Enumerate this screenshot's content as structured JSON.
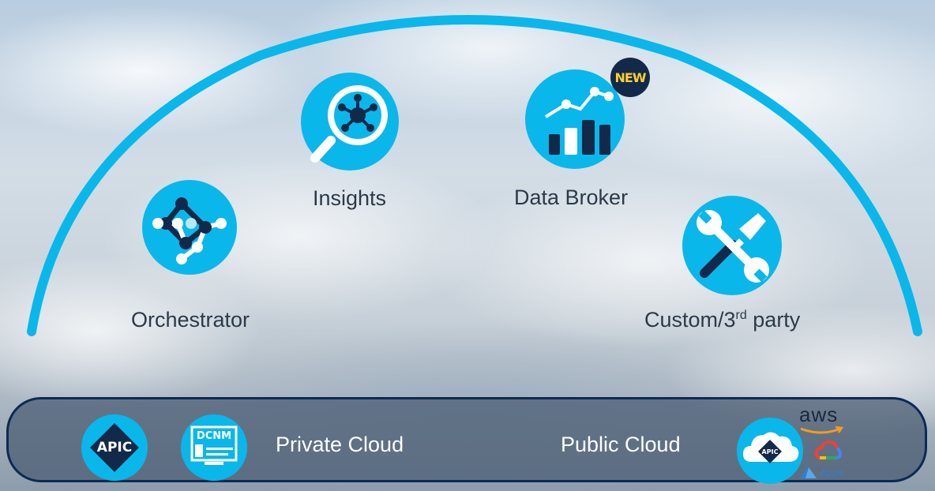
{
  "nodes": {
    "orchestrator": {
      "label": "Orchestrator",
      "icon": "orchestrator-graph-icon"
    },
    "insights": {
      "label": "Insights",
      "icon": "magnifier-network-icon"
    },
    "data_broker": {
      "label": "Data Broker",
      "icon": "trend-bar-chart-icon",
      "badge": "NEW"
    },
    "custom": {
      "label_main": "Custom/3",
      "label_sup": "rd",
      "label_tail": " party",
      "icon": "wrench-screwdriver-icon"
    }
  },
  "bottom_bar": {
    "apic": "APIC",
    "dcnm": "DCNM",
    "private_cloud": "Private Cloud",
    "public_cloud": "Public Cloud",
    "cloud_apic": "APIC",
    "aws": "aws",
    "azure": "Azure"
  },
  "colors": {
    "accent": "#0ab7ea",
    "navy": "#13294a",
    "badge_text": "#ffcf2e"
  }
}
